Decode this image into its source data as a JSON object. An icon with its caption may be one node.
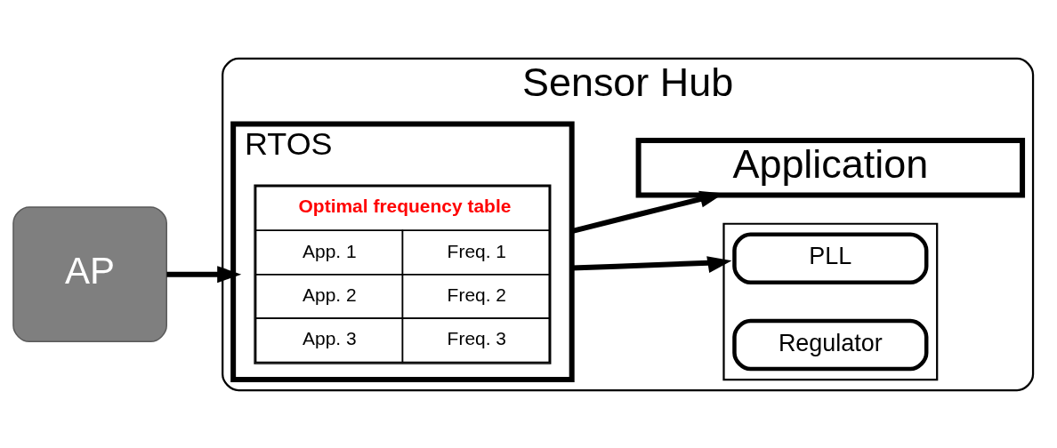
{
  "diagram": {
    "nodes": [
      {
        "text": [
          "AP"
        ]
      },
      {
        "text": [
          "Sensor Hub"
        ]
      },
      {
        "text": [
          "RTOS"
        ],
        "in": 1
      },
      {
        "text": [
          "Optimal frequency table",
          "App. 1",
          "Freq. 1",
          "App. 2",
          "Freq. 2",
          "App. 3",
          "Freq. 3"
        ],
        "in": 2
      },
      {
        "text": [],
        "shape": "box",
        "in": 1
      },
      {
        "text": [
          "PLL"
        ],
        "in": 4
      },
      {
        "text": [
          "Regulator"
        ],
        "in": 4
      },
      {
        "text": [
          "Application"
        ],
        "in": 1
      }
    ],
    "edges": [
      {
        "from": 0,
        "to": 2,
        "arrow": "to"
      },
      {
        "from": 2,
        "to": 4,
        "arrow": "to"
      },
      {
        "from": 2,
        "to": 7,
        "arrow": "to"
      }
    ]
  }
}
